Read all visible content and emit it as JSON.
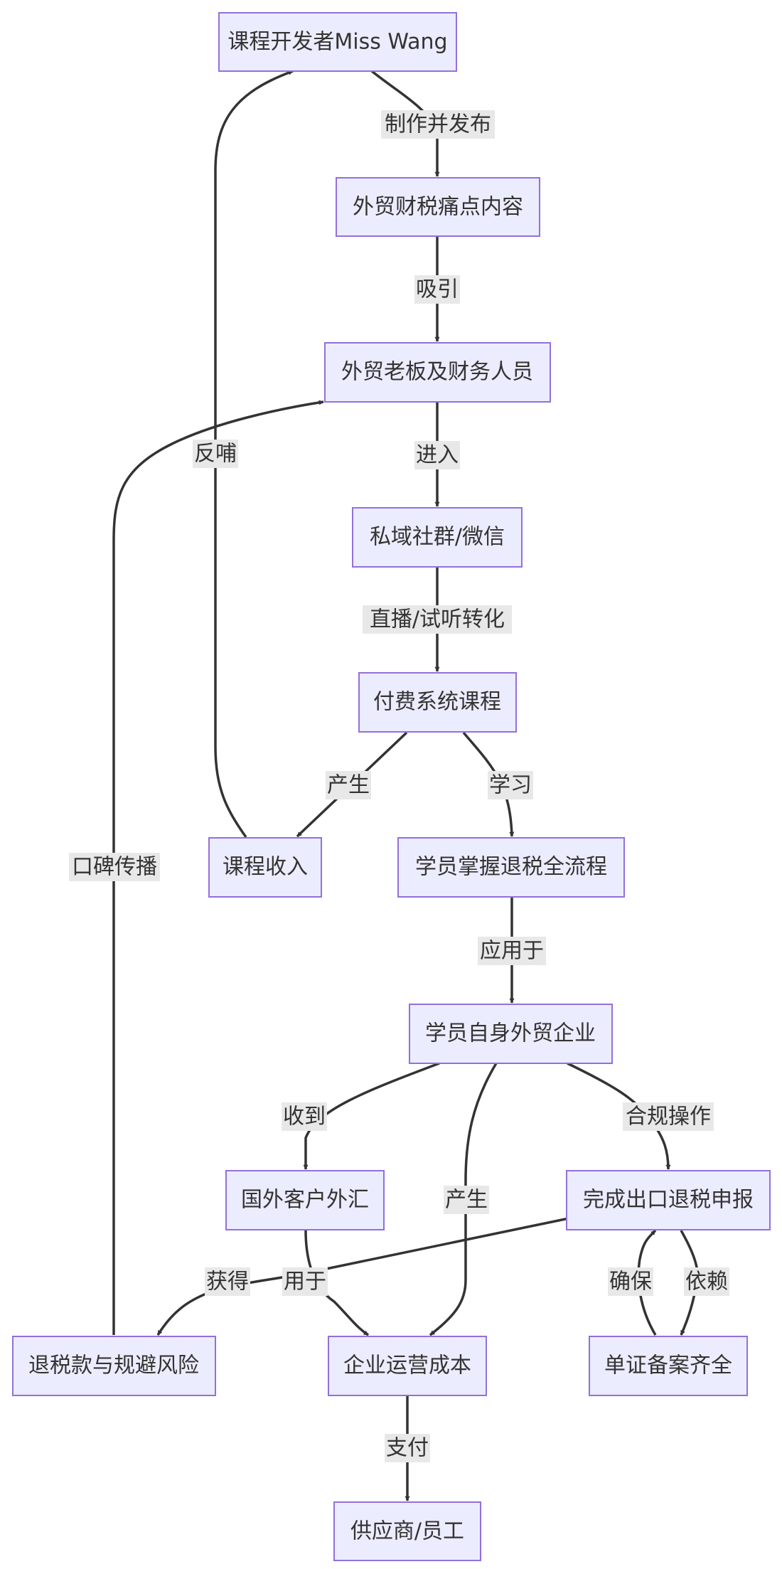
{
  "nodes": {
    "dev": "课程开发者Miss Wang",
    "content": "外贸财税痛点内容",
    "boss": "外贸老板及财务人员",
    "community": "私域社群/微信",
    "course": "付费系统课程",
    "income": "课程收入",
    "master": "学员掌握退税全流程",
    "enterprise": "学员自身外贸企业",
    "forex": "国外客户外汇",
    "declare": "完成出口退税申报",
    "refund": "退税款与规避风险",
    "cost": "企业运营成本",
    "docs": "单证备案齐全",
    "supplier": "供应商/员工"
  },
  "edges": {
    "make_publish": "制作并发布",
    "attract": "吸引",
    "enter": "进入",
    "convert": "直播/试听转化",
    "produce_income": "产生",
    "learn": "学习",
    "feedback": "反哺",
    "apply_to": "应用于",
    "receive": "收到",
    "produce_cost": "产生",
    "compliance": "合规操作",
    "use_for": "用于",
    "obtain": "获得",
    "ensure": "确保",
    "depend": "依赖",
    "word_of_mouth": "口碑传播",
    "pay": "支付"
  }
}
